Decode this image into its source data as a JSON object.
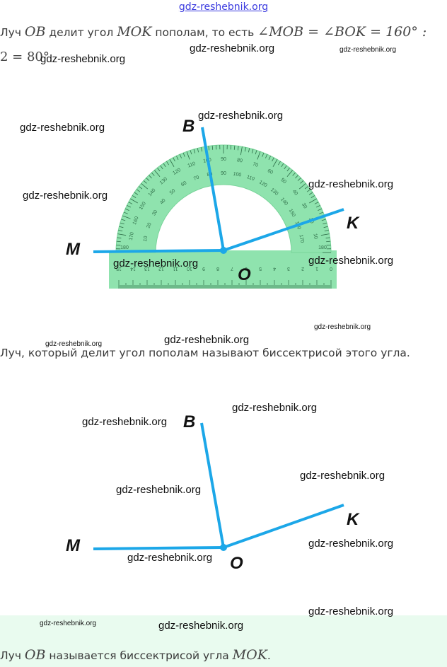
{
  "site": {
    "header_link": "gdz-reshebnik.org"
  },
  "para1": {
    "text_a": "Луч ",
    "math_ray": "OB",
    "text_b": " делит угол ",
    "math_angle": "MOK",
    "text_c": " пополам, то есть ",
    "math_eq": "∠MOB = ∠BOK = 160° :",
    "line2": "2 = 80°"
  },
  "figure1": {
    "labels": {
      "B": "B",
      "K": "K",
      "M": "M",
      "O": "O"
    },
    "colors": {
      "ray": "#1ca7e8",
      "protractor": "#8fe3ae",
      "ruler": "#8fe3ae",
      "scale_text": "#2e6e48"
    },
    "outer_scale": [
      "10",
      "20",
      "30",
      "40",
      "50",
      "60",
      "70",
      "80",
      "90",
      "100",
      "110",
      "120",
      "130",
      "140",
      "150",
      "160",
      "170"
    ],
    "inner_scale": [
      "170",
      "160",
      "150",
      "140",
      "130",
      "120",
      "110",
      "100",
      "90",
      "80",
      "70",
      "60",
      "50",
      "40",
      "30",
      "20",
      "10"
    ],
    "ruler_scale": [
      "15",
      "14",
      "13",
      "12",
      "11",
      "10",
      "9",
      "8",
      "7",
      "6",
      "5",
      "4",
      "3",
      "2",
      "1",
      "0"
    ],
    "end_scale": "180"
  },
  "para2": {
    "text": "Луч, который делит угол пополам называют биссектрисой этого угла."
  },
  "figure2": {
    "labels": {
      "B": "B",
      "K": "K",
      "M": "M",
      "O": "O"
    }
  },
  "para3": {
    "text_a": "Луч ",
    "math_ray": "OB",
    "text_b": " называется биссектрисой угла ",
    "math_angle": "MOK",
    "text_c": "."
  },
  "watermarks": {
    "text": "gdz-reshebnik.org"
  }
}
